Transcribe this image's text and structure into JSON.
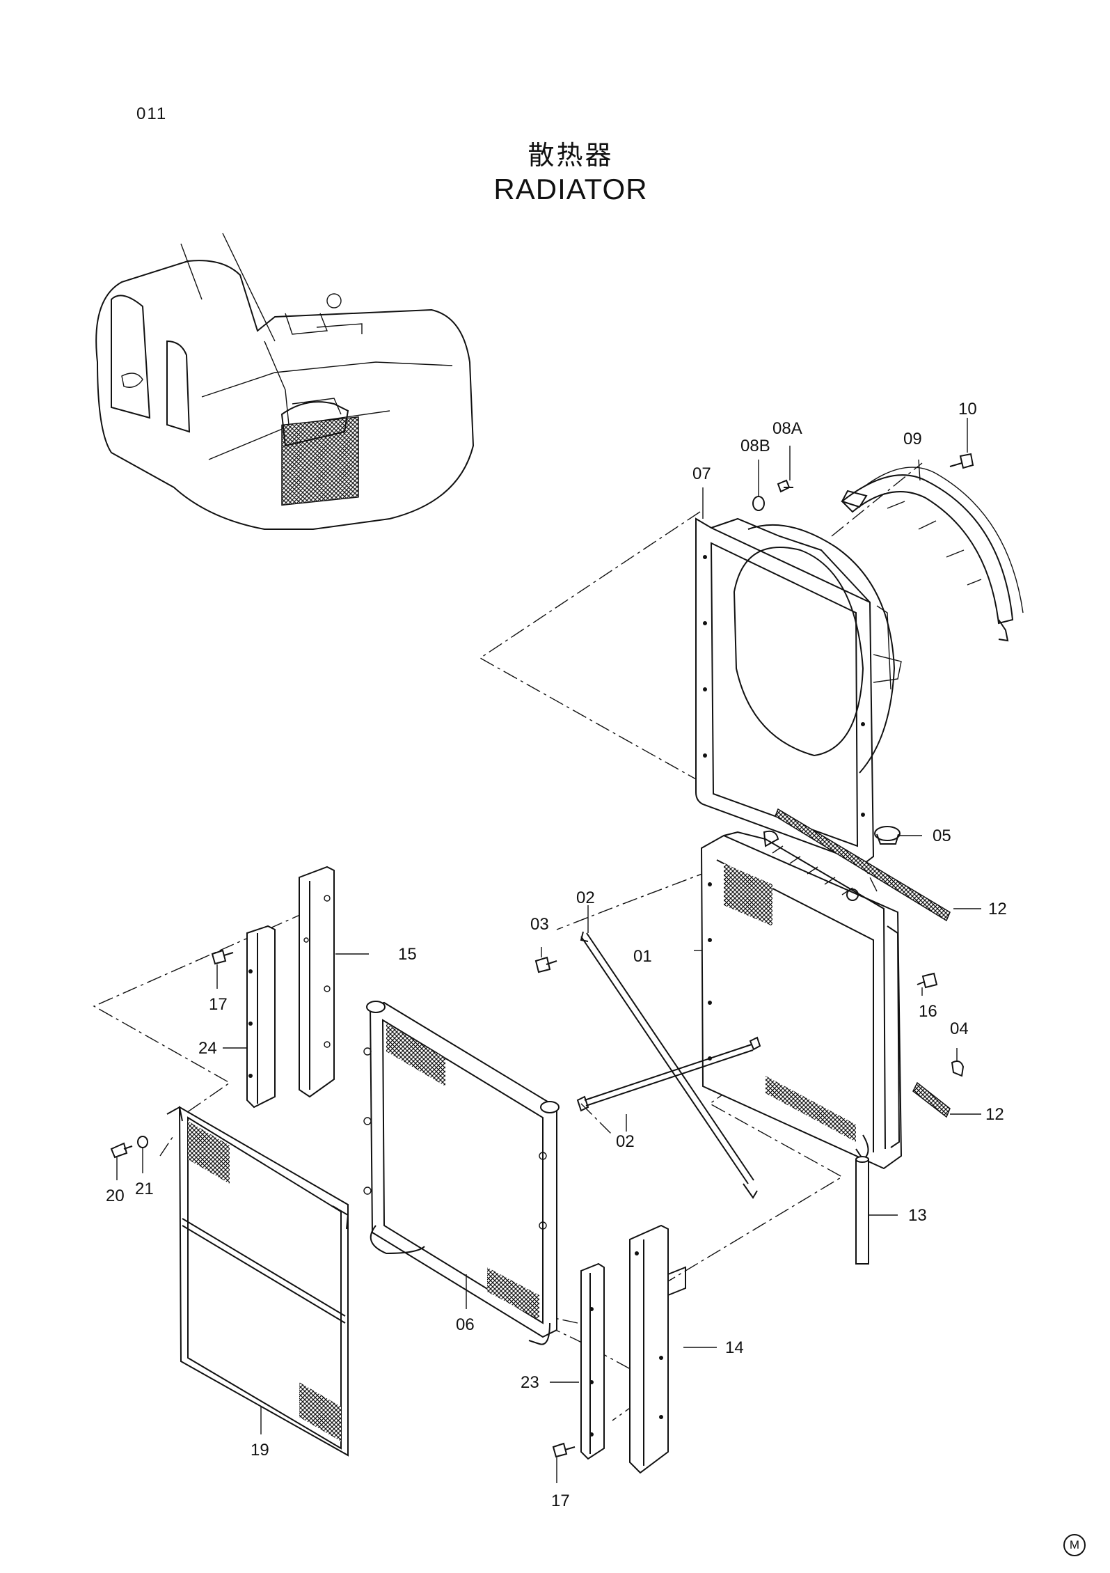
{
  "header": {
    "page_code": "011",
    "title_chinese": "散热器",
    "title_english": "RADIATOR"
  },
  "footer": {
    "marker": "M"
  },
  "callouts": [
    {
      "id": "01",
      "label": "01"
    },
    {
      "id": "02a",
      "label": "02"
    },
    {
      "id": "02b",
      "label": "02"
    },
    {
      "id": "03",
      "label": "03"
    },
    {
      "id": "04",
      "label": "04"
    },
    {
      "id": "05",
      "label": "05"
    },
    {
      "id": "06",
      "label": "06"
    },
    {
      "id": "07",
      "label": "07"
    },
    {
      "id": "08A",
      "label": "08A"
    },
    {
      "id": "08B",
      "label": "08B"
    },
    {
      "id": "09",
      "label": "09"
    },
    {
      "id": "10",
      "label": "10"
    },
    {
      "id": "12a",
      "label": "12"
    },
    {
      "id": "12b",
      "label": "12"
    },
    {
      "id": "13",
      "label": "13"
    },
    {
      "id": "14",
      "label": "14"
    },
    {
      "id": "15",
      "label": "15"
    },
    {
      "id": "16",
      "label": "16"
    },
    {
      "id": "17a",
      "label": "17"
    },
    {
      "id": "17b",
      "label": "17"
    },
    {
      "id": "19",
      "label": "19"
    },
    {
      "id": "20",
      "label": "20"
    },
    {
      "id": "21",
      "label": "21"
    },
    {
      "id": "23",
      "label": "23"
    },
    {
      "id": "24",
      "label": "24"
    }
  ]
}
